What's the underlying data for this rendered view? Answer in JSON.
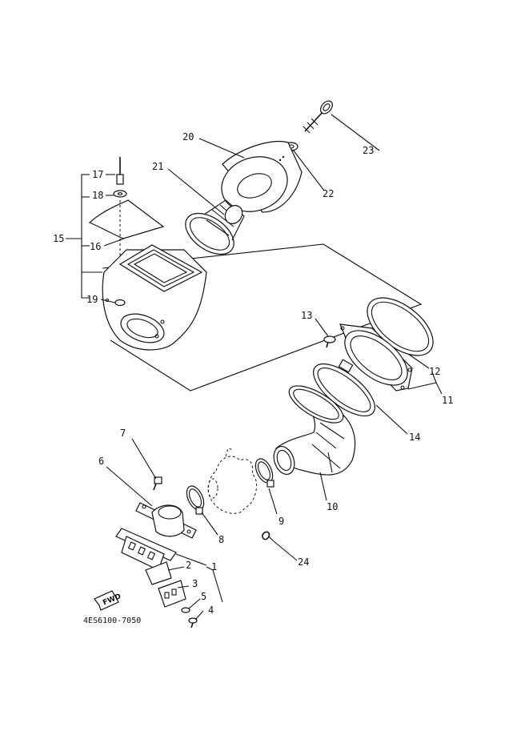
{
  "diagram_code": "4ES6100-7050",
  "fwd_label": "FWD",
  "callouts": [
    {
      "id": "c1",
      "text": "1"
    },
    {
      "id": "c2",
      "text": "2"
    },
    {
      "id": "c3",
      "text": "3"
    },
    {
      "id": "c4",
      "text": "4"
    },
    {
      "id": "c5",
      "text": "5"
    },
    {
      "id": "c6",
      "text": "6"
    },
    {
      "id": "c7",
      "text": "7"
    },
    {
      "id": "c8",
      "text": "8"
    },
    {
      "id": "c9",
      "text": "9"
    },
    {
      "id": "c10",
      "text": "10"
    },
    {
      "id": "c11",
      "text": "11"
    },
    {
      "id": "c12",
      "text": "12"
    },
    {
      "id": "c13",
      "text": "13"
    },
    {
      "id": "c14",
      "text": "14"
    },
    {
      "id": "c15",
      "text": "15"
    },
    {
      "id": "c16",
      "text": "16"
    },
    {
      "id": "c17",
      "text": "17"
    },
    {
      "id": "c18",
      "text": "18"
    },
    {
      "id": "c19",
      "text": "19"
    },
    {
      "id": "c20",
      "text": "20"
    },
    {
      "id": "c21",
      "text": "21"
    },
    {
      "id": "c22",
      "text": "22"
    },
    {
      "id": "c23",
      "text": "23"
    },
    {
      "id": "c24",
      "text": "24"
    }
  ]
}
